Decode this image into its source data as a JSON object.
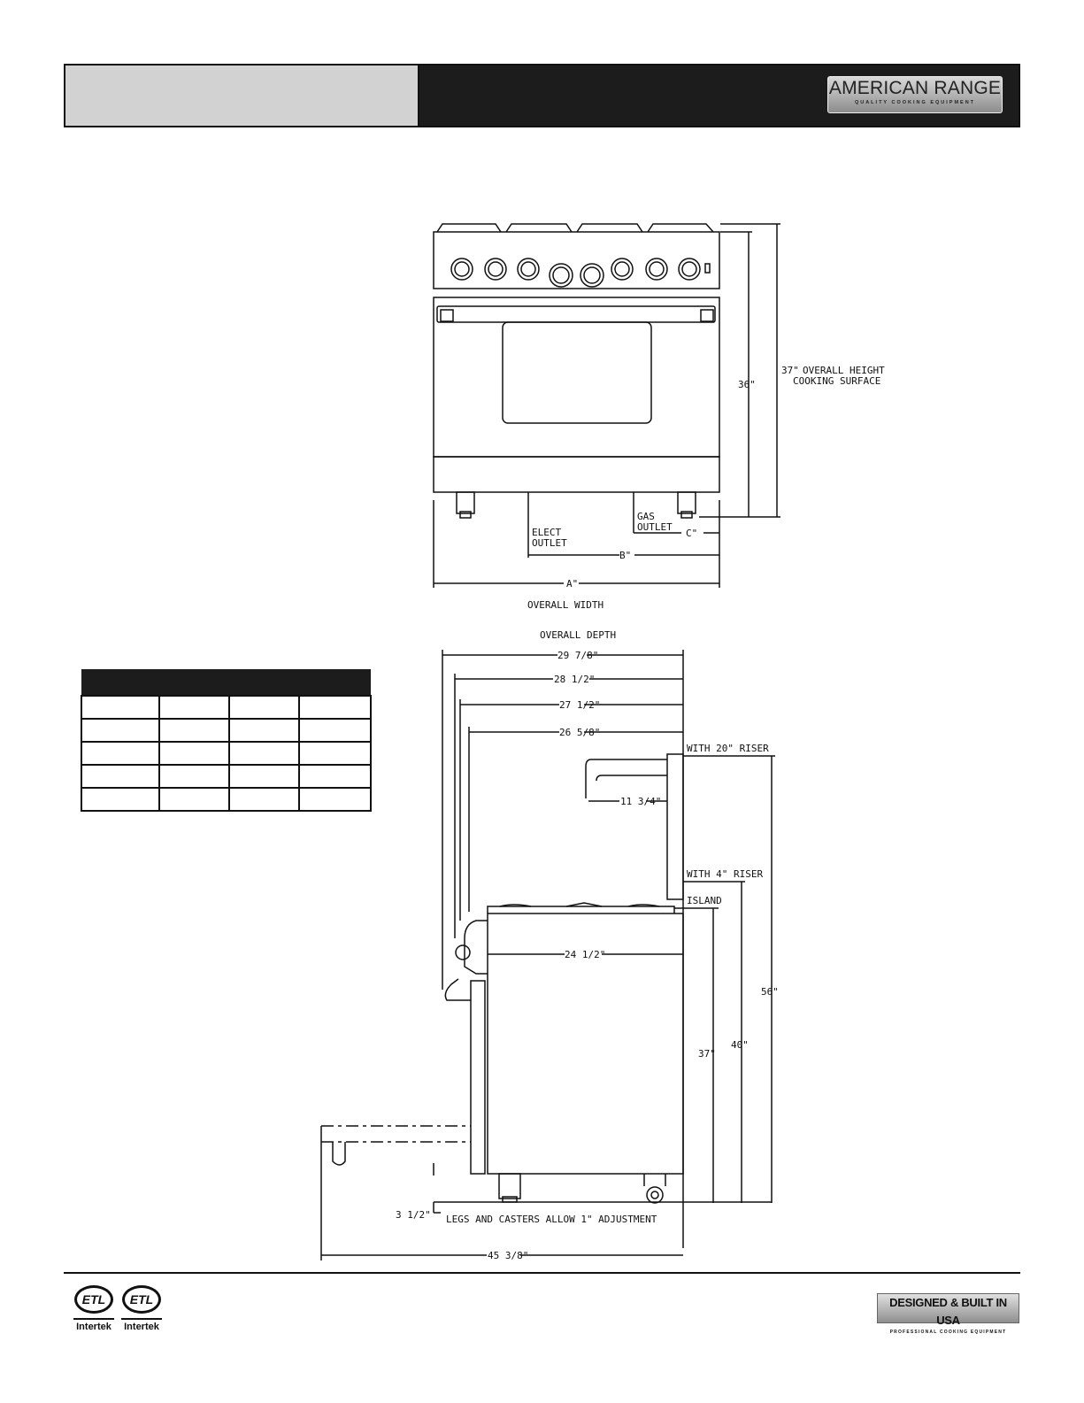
{
  "header": {
    "logo_brand": "AMERICAN RANGE",
    "logo_tagline": "QUALITY COOKING EQUIPMENT"
  },
  "front_view": {
    "overall_height": "37\"",
    "overall_height_label": "OVERALL HEIGHT",
    "cooking_surface_height": "36\"",
    "cooking_surface_label": "COOKING SURFACE",
    "gas_outlet_label_1": "GAS",
    "gas_outlet_label_2": "OUTLET",
    "elect_outlet_label_1": "ELECT",
    "elect_outlet_label_2": "OUTLET",
    "dim_a": "A\"",
    "dim_b": "B\"",
    "dim_c": "C\"",
    "overall_width_label": "OVERALL WIDTH"
  },
  "side_view": {
    "overall_depth_label": "OVERALL DEPTH",
    "depth_1": "29 7/8\"",
    "depth_2": "28 1/2\"",
    "depth_3": "27 1/2\"",
    "depth_4": "26 5/8\"",
    "riser_20_label": "WITH 20\" RISER",
    "shelf_depth": "11 3/4\"",
    "riser_4_label": "WITH 4\" RISER",
    "island_label": "ISLAND",
    "body_depth": "24 1/2\"",
    "height_56": "56\"",
    "height_40": "40\"",
    "height_37": "37\"",
    "leg_height": "3 1/2\"",
    "adjustment_note": "LEGS AND CASTERS ALLOW 1\" ADJUSTMENT",
    "door_open_depth": "45 3/8\""
  },
  "footer": {
    "cert_1": "Intertek",
    "cert_2": "Intertek",
    "cert_mark": "ETL",
    "usa_badge": "DESIGNED & BUILT IN USA",
    "usa_tagline": "PROFESSIONAL COOKING EQUIPMENT"
  }
}
